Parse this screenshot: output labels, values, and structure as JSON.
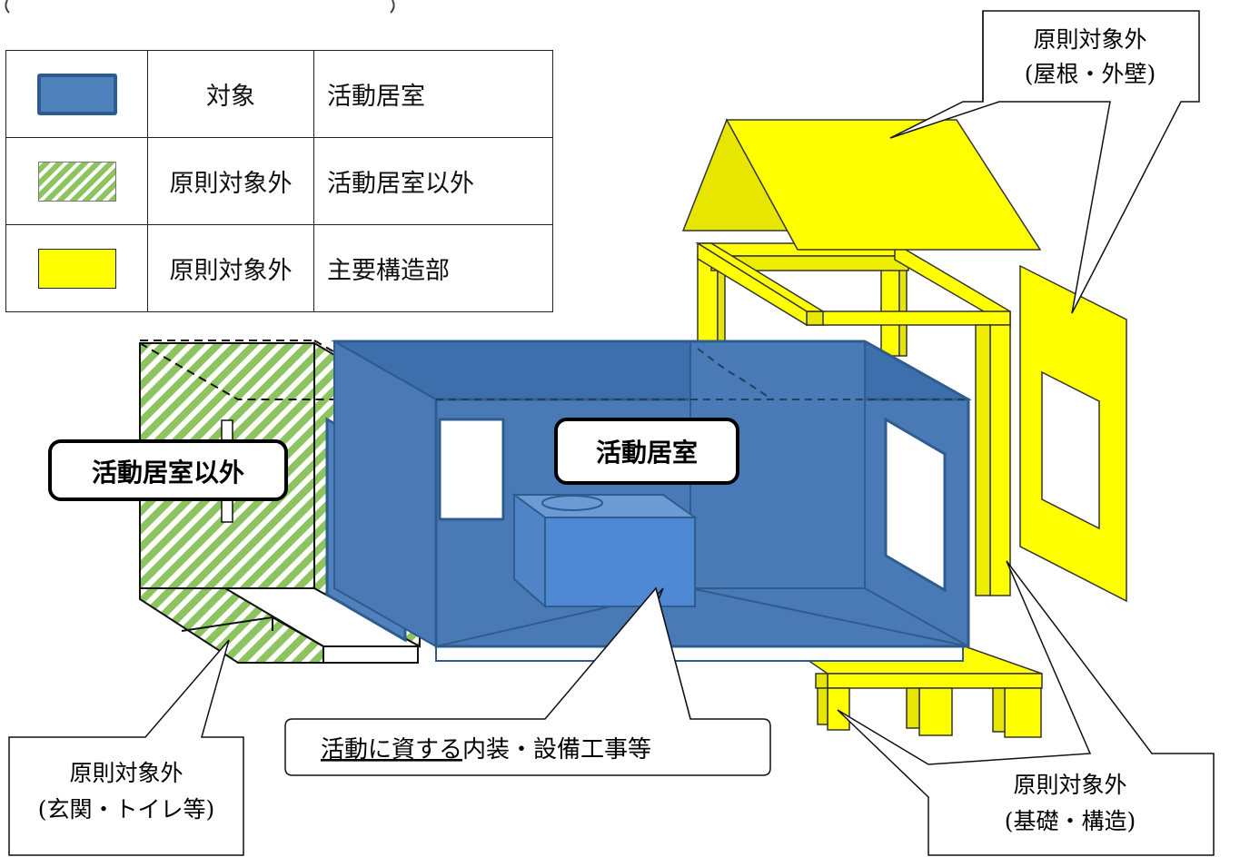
{
  "legend": {
    "rows": [
      {
        "swatch": "blue",
        "category": "対象",
        "area": "活動居室"
      },
      {
        "swatch": "hatch",
        "category": "原則対象外",
        "area": "活動居室以外"
      },
      {
        "swatch": "yellow",
        "category": "原則対象外",
        "area": "主要構造部"
      }
    ]
  },
  "labels": {
    "activity_room": "活動居室",
    "other_room": "活動居室以外"
  },
  "callouts": {
    "roof_wall": {
      "line1": "原則対象外",
      "line2": "(屋根・外壁)"
    },
    "interior": {
      "underlined": "活動に資する",
      "rest": "内装・設備工事等"
    },
    "entrance": {
      "line1": "原則対象外",
      "line2": "(玄関・トイレ等)"
    },
    "foundation": {
      "line1": "原則対象外",
      "line2": "(基礎・構造)"
    }
  },
  "colors": {
    "target_blue": "#4f81bd",
    "hatch_green": "#8ec45f",
    "structure_yellow": "#ffff00"
  }
}
